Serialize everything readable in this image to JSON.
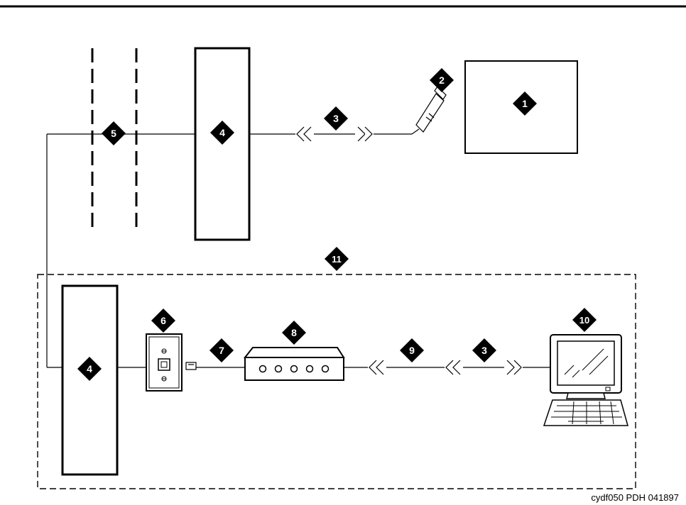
{
  "callouts": {
    "c1": "1",
    "c2": "2",
    "c3a": "3",
    "c3b": "3",
    "c4a": "4",
    "c4b": "4",
    "c5": "5",
    "c6": "6",
    "c7": "7",
    "c8": "8",
    "c9": "9",
    "c10": "10",
    "c11": "11"
  },
  "caption": "cydf050 PDH 041897"
}
